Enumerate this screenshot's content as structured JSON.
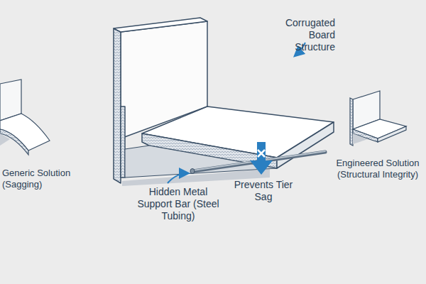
{
  "diagram": {
    "labels": [
      "Corrugated Board Structure",
      "Hidden Metal Support Bar (Steel Tubing)",
      "Prevents Tier Sag",
      "Generic Solution (Sagging)",
      "Engineered Solution (Structural Integrity)"
    ]
  }
}
